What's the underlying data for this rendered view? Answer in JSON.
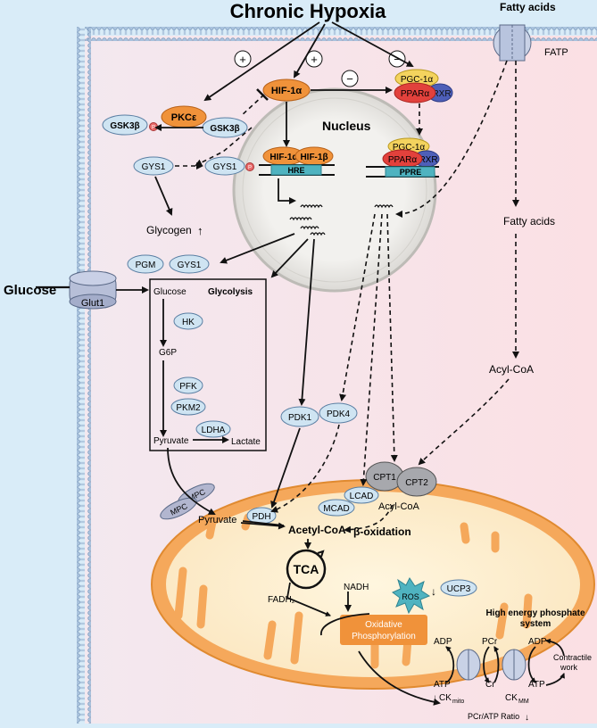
{
  "title": "Chronic Hypoxia",
  "fatty_acids_top": "Fatty acids",
  "fatp": "FATP",
  "nucleus": "Nucleus",
  "hif1a": "HIF-1α",
  "hif1b": "HIF-1β",
  "hre": "HRE",
  "pgc1a": "PGC-1α",
  "ppara": "PPARα",
  "rxr": "RXR",
  "ppre": "PPRE",
  "pkce": "PKCε",
  "gsk3b": "GSK3β",
  "gys1": "GYS1",
  "phospho": "P",
  "plus": "+",
  "minus": "−",
  "glycogen": "Glycogen",
  "up_arrow": "↑",
  "down_arrow": "↓",
  "pgm": "PGM",
  "glucose_outside": "Glucose",
  "glut1": "Glut1",
  "glucose": "Glucose",
  "glycolysis": "Glycolysis",
  "hk": "HK",
  "g6p": "G6P",
  "pfk": "PFK",
  "pkm2": "PKM2",
  "ldha": "LDHA",
  "pyruvate": "Pyruvate",
  "lactate": "Lactate",
  "fatty_acids_mid": "Fatty acids",
  "acyl_coa": "Acyl-CoA",
  "pdk1": "PDK1",
  "pdk4": "PDK4",
  "cpt1": "CPT1",
  "cpt2": "CPT2",
  "lcad": "LCAD",
  "mcad": "MCAD",
  "acyl_coa_mito": "Acyl-CoA",
  "mpc": "MPC",
  "pyruvate_mito": "Pyruvate",
  "pdh": "PDH",
  "acetyl_coa": "Acetyl-CoA",
  "beta_ox": "β-oxidation",
  "tca": "TCA",
  "fadh2": "FADH₂",
  "nadh": "NADH",
  "ros": "ROS",
  "ucp3": "UCP3",
  "oxphos_1": "Oxidative",
  "oxphos_2": "Phosphorylation",
  "hep_1": "High energy phosphate",
  "hep_2": "system",
  "adp": "ADP",
  "pcr": "PCr",
  "atp": "ATP",
  "cr": "Cr",
  "ck": "CK",
  "ck_mito_sub": "mito",
  "ck_mm_sub": "MM",
  "contractile_1": "Contractile",
  "contractile_2": "work",
  "ratio": "PCr/ATP Ratio"
}
